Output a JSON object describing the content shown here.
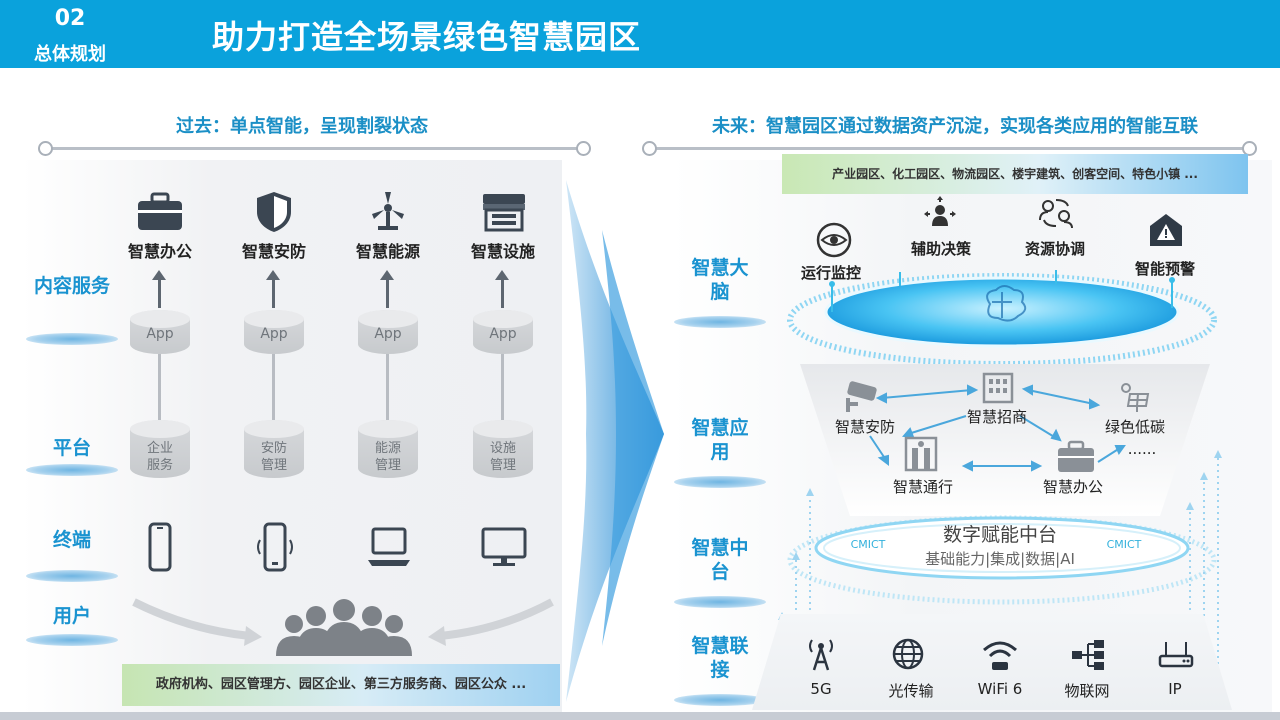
{
  "header": {
    "section_number": "02",
    "section_name": "总体规划",
    "title": "助力打造全场景绿色智慧园区"
  },
  "left_panel": {
    "heading": "过去：单点智能，呈现割裂状态",
    "row_labels": {
      "content_service": "内容服务",
      "platform": "平台",
      "terminal": "终端",
      "user": "用户"
    },
    "columns": [
      {
        "title": "智慧办公",
        "app_label": "App",
        "platform_label": "企业服务",
        "icon": "briefcase-icon",
        "terminal_icon": "smartphone-icon"
      },
      {
        "title": "智慧安防",
        "app_label": "App",
        "platform_label": "安防管理",
        "icon": "shield-icon",
        "terminal_icon": "phone-vibrate-icon"
      },
      {
        "title": "智慧能源",
        "app_label": "App",
        "platform_label": "能源管理",
        "icon": "wind-turbine-icon",
        "terminal_icon": "laptop-icon"
      },
      {
        "title": "智慧设施",
        "app_label": "App",
        "platform_label": "设施管理",
        "icon": "store-icon",
        "terminal_icon": "monitor-icon"
      }
    ],
    "users_icon": "user-group-icon",
    "user_ribbon": "政府机构、园区管理方、园区企业、第三方服务商、园区公众 ..."
  },
  "right_panel": {
    "heading": "未来：智慧园区通过数据资产沉淀，实现各类应用的智能互联",
    "scenario_ribbon": "产业园区、化工园区、物流园区、楼宇建筑、创客空间、特色小镇 ...",
    "layers": {
      "brain": "智慧大脑",
      "application": "智慧应用",
      "middle_platform": "智慧中台",
      "connection": "智慧联接"
    },
    "brain_functions": [
      {
        "label": "运行监控",
        "icon": "eye-icon"
      },
      {
        "label": "辅助决策",
        "icon": "decision-icon"
      },
      {
        "label": "资源协调",
        "icon": "coordination-icon"
      },
      {
        "label": "智能预警",
        "icon": "warning-icon"
      }
    ],
    "applications": [
      {
        "label": "智慧安防",
        "icon": "camera-icon"
      },
      {
        "label": "智慧招商",
        "icon": "building-icon"
      },
      {
        "label": "绿色低碳",
        "icon": "solar-icon"
      },
      {
        "label": "智慧通行",
        "icon": "gate-icon"
      },
      {
        "label": "智慧办公",
        "icon": "briefcase-icon"
      },
      {
        "label": "......",
        "icon": ""
      }
    ],
    "middle_platform": {
      "title": "数字赋能中台",
      "subtitle": "基础能力|集成|数据|AI",
      "brand_left": "CMICT",
      "brand_right": "CMICT"
    },
    "connections": [
      {
        "label": "5G",
        "icon": "antenna-icon"
      },
      {
        "label": "光传输",
        "icon": "globe-icon"
      },
      {
        "label": "WiFi 6",
        "icon": "wifi-icon"
      },
      {
        "label": "物联网",
        "icon": "network-icon"
      },
      {
        "label": "IP",
        "icon": "router-icon"
      }
    ]
  },
  "colors": {
    "header_bg": "#0aa2dc",
    "accent_blue": "#1a93d0",
    "arrow_blue": "#4aa7dc",
    "green_ribbon": "#c6e5b2"
  }
}
